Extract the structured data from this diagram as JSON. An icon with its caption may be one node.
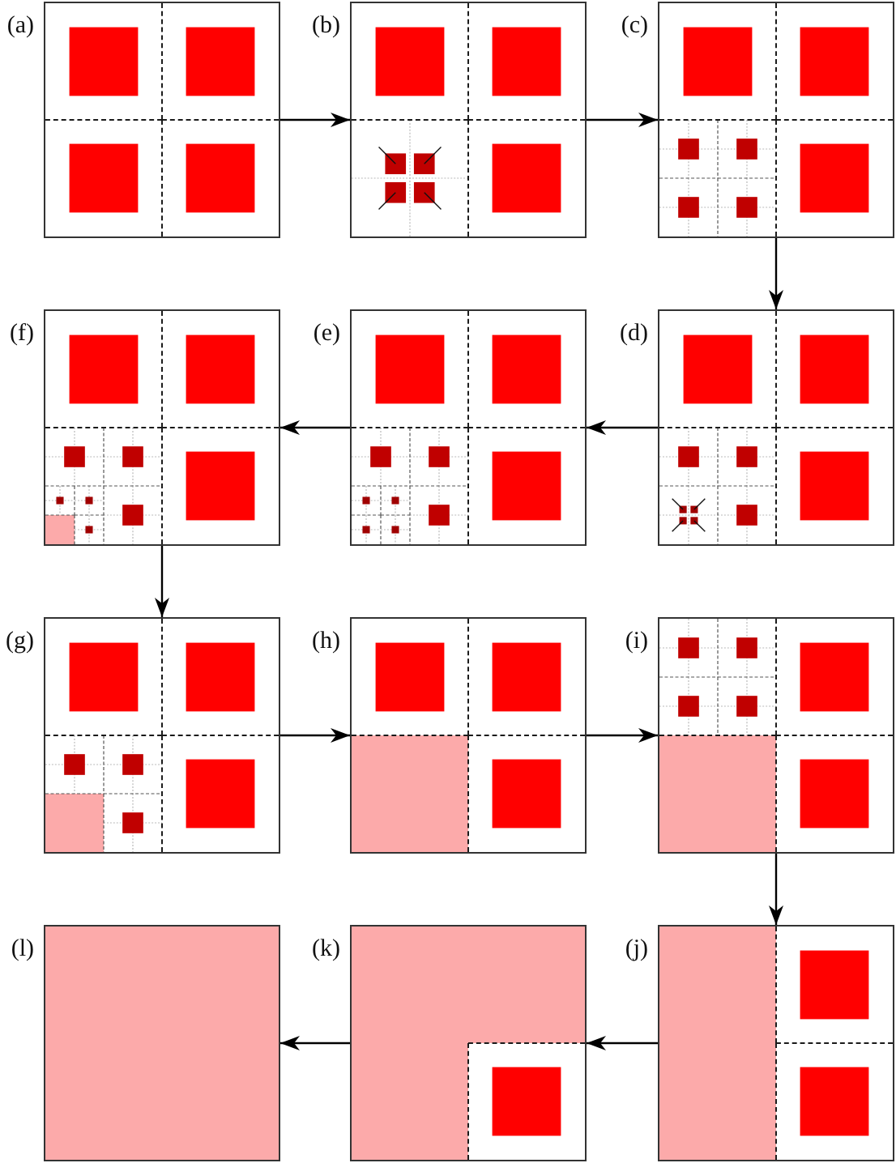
{
  "diagram": {
    "nodes": [
      {
        "text": [
          "(a)"
        ]
      },
      {
        "text": [
          "(b)"
        ]
      },
      {
        "text": [
          "(c)"
        ]
      },
      {
        "text": [
          "(d)"
        ]
      },
      {
        "text": [
          "(e)"
        ]
      },
      {
        "text": [
          "(f)"
        ]
      },
      {
        "text": [
          "(g)"
        ]
      },
      {
        "text": [
          "(h)"
        ]
      },
      {
        "text": [
          "(i)"
        ]
      },
      {
        "text": [
          "(j)"
        ]
      },
      {
        "text": [
          "(k)"
        ]
      },
      {
        "text": [
          "(l)"
        ]
      }
    ],
    "edges": [
      {
        "from": 0,
        "to": 1,
        "arrow": "to"
      },
      {
        "from": 1,
        "to": 2,
        "arrow": "to"
      },
      {
        "from": 2,
        "to": 3,
        "arrow": "to"
      },
      {
        "from": 3,
        "to": 4,
        "arrow": "to"
      },
      {
        "from": 4,
        "to": 5,
        "arrow": "to"
      },
      {
        "from": 5,
        "to": 6,
        "arrow": "to"
      },
      {
        "from": 6,
        "to": 7,
        "arrow": "to"
      },
      {
        "from": 7,
        "to": 8,
        "arrow": "to"
      },
      {
        "from": 8,
        "to": 9,
        "arrow": "to"
      },
      {
        "from": 9,
        "to": 10,
        "arrow": "to"
      },
      {
        "from": 10,
        "to": 11,
        "arrow": "to"
      }
    ]
  }
}
